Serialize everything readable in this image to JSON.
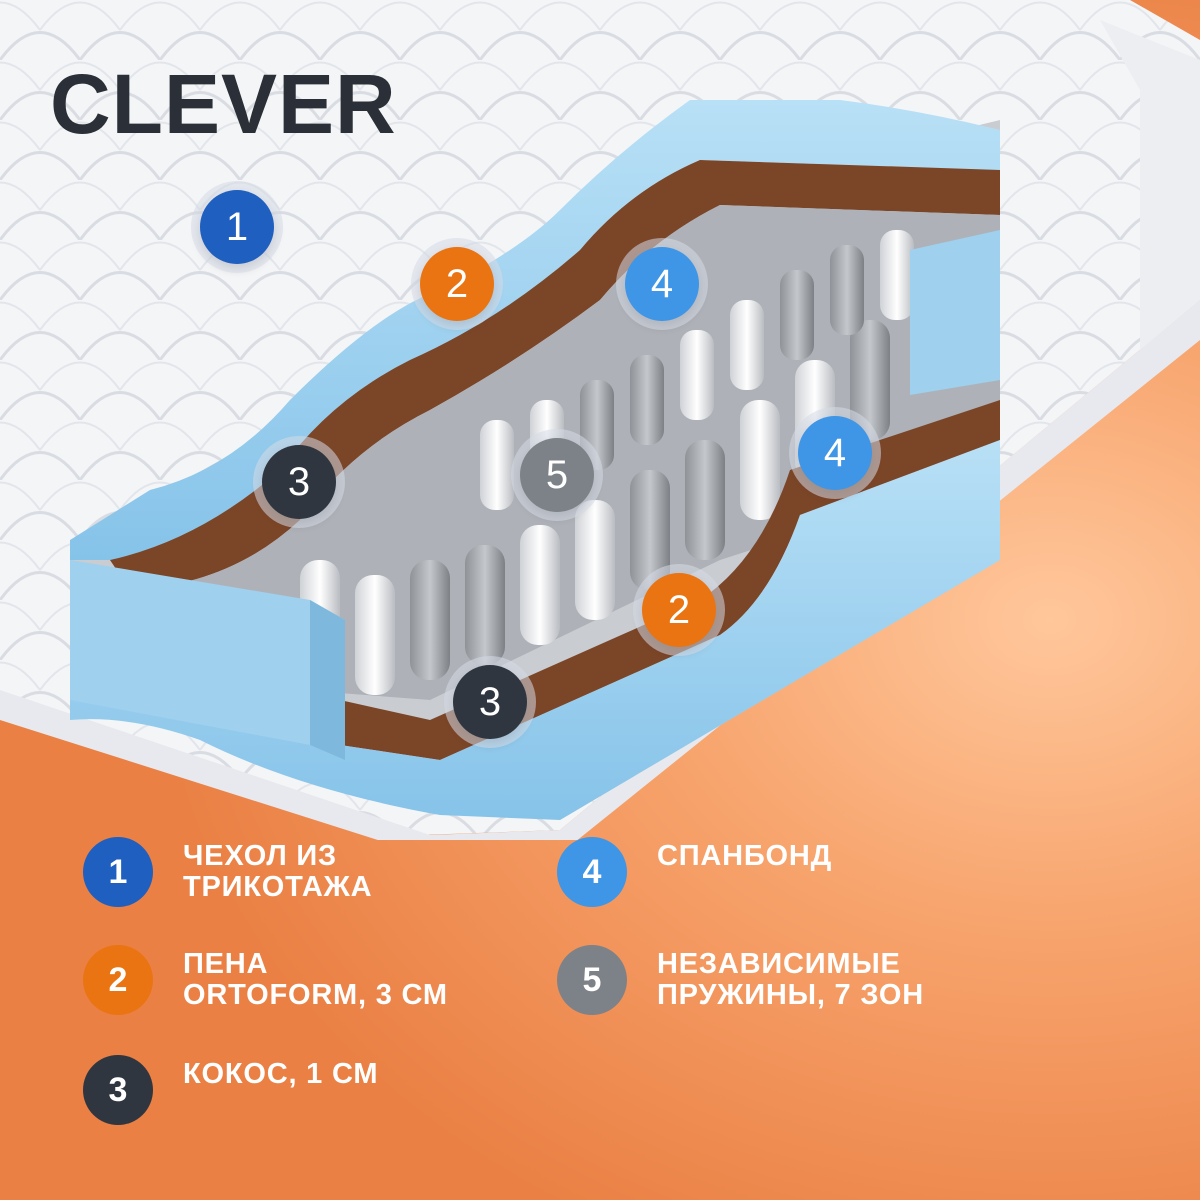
{
  "title": "CLEVER",
  "colors": {
    "layer1": "#1f5fbf",
    "layer2": "#ea7411",
    "layer3": "#2f3640",
    "layer4": "#3f95e6",
    "layer5": "#7d8288",
    "background": "#f59a5e",
    "foam": "#9fd0ee",
    "coconut": "#7b4528"
  },
  "markers": [
    {
      "number": "1",
      "layer": "layer1"
    },
    {
      "number": "2",
      "layer": "layer2"
    },
    {
      "number": "4",
      "layer": "layer4"
    },
    {
      "number": "3",
      "layer": "layer3"
    },
    {
      "number": "5",
      "layer": "layer5"
    },
    {
      "number": "4",
      "layer": "layer4"
    },
    {
      "number": "2",
      "layer": "layer2"
    },
    {
      "number": "3",
      "layer": "layer3"
    }
  ],
  "legend": [
    {
      "number": "1",
      "line1": "ЧЕХОЛ ИЗ",
      "line2": "ТРИКОТАЖА",
      "icon": "layer-1-badge"
    },
    {
      "number": "2",
      "line1": "ПЕНА",
      "line2": "ORTOFORM, 3 СМ",
      "icon": "layer-2-badge"
    },
    {
      "number": "3",
      "line1": "КОКОС, 1 СМ",
      "line2": "",
      "icon": "layer-3-badge"
    },
    {
      "number": "4",
      "line1": "СПАНБОНД",
      "line2": "",
      "icon": "layer-4-badge"
    },
    {
      "number": "5",
      "line1": "НЕЗАВИСИМЫЕ",
      "line2": "ПРУЖИНЫ, 7 ЗОН",
      "icon": "layer-5-badge"
    }
  ]
}
